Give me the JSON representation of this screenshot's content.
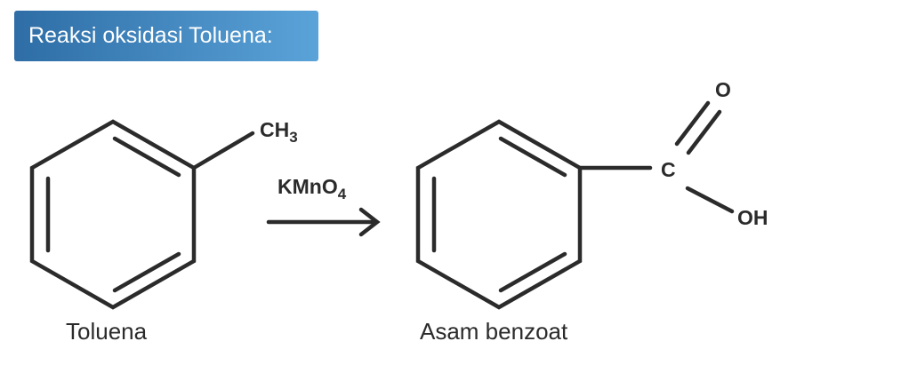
{
  "header": {
    "title": "Reaksi oksidasi Toluena:"
  },
  "reactant": {
    "name": "Toluena",
    "substituent": {
      "main": "CH",
      "subscript": "3"
    }
  },
  "reagent": {
    "main": "KMnO",
    "subscript": "4"
  },
  "product": {
    "name": "Asam benzoat",
    "carbon_label": "C",
    "oxygen_label": "O",
    "hydroxyl_label": "OH"
  },
  "colors": {
    "header_gradient_start": "#2e6da6",
    "header_gradient_end": "#5aa3d9",
    "ink": "#2b2b2b"
  },
  "icons": {
    "arrow": "reaction-arrow-icon"
  }
}
